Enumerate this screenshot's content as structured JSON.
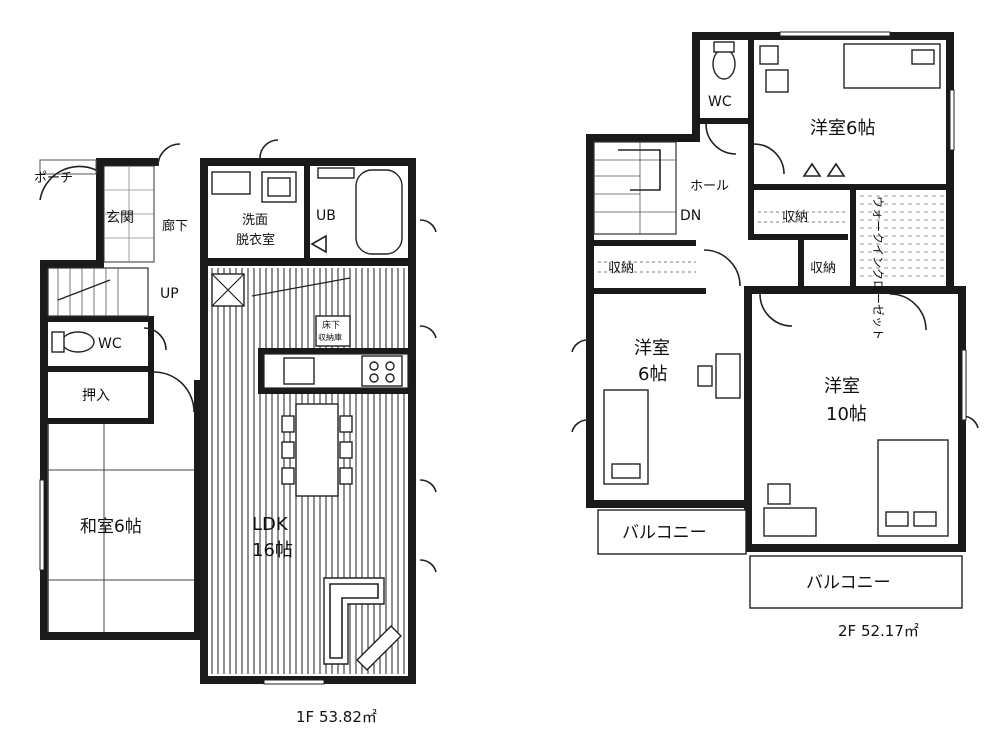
{
  "floor1": {
    "rooms": {
      "porch": "ポーチ",
      "entrance": "玄関",
      "corridor": "廊下",
      "washroom_line1": "洗面",
      "washroom_line2": "脱衣室",
      "bath": "UB",
      "stairs_up": "UP",
      "wc": "WC",
      "closet": "押入",
      "japanese_room": "和室6帖",
      "ldk_line1": "LDK",
      "ldk_line2": "16帖",
      "underfloor_line1": "床下",
      "underfloor_line2": "収納庫"
    },
    "area": "1F  53.82㎡"
  },
  "floor2": {
    "rooms": {
      "wc": "WC",
      "hall": "ホール",
      "stairs_down": "DN",
      "western_a_line1": "洋室6帖",
      "storage_a": "収納",
      "walk_in_closet": "ウォークインクローゼット",
      "storage_b": "収納",
      "storage_c": "収納",
      "western_b_line1": "洋室",
      "western_b_line2": "6帖",
      "western_c_line1": "洋室",
      "western_c_line2": "10帖",
      "balcony_1": "バルコニー",
      "balcony_2": "バルコニー"
    },
    "area": "2F  52.17㎡"
  }
}
